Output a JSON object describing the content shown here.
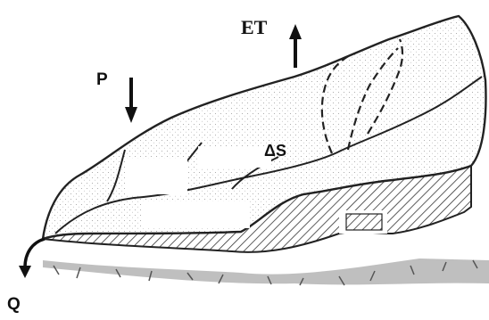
{
  "labels": {
    "et": "ET",
    "p": "P",
    "delta_s": "ΔS",
    "q": "Q"
  },
  "colors": {
    "ink": "#222222",
    "shade": "#bdbdbd",
    "background": "#ffffff"
  }
}
